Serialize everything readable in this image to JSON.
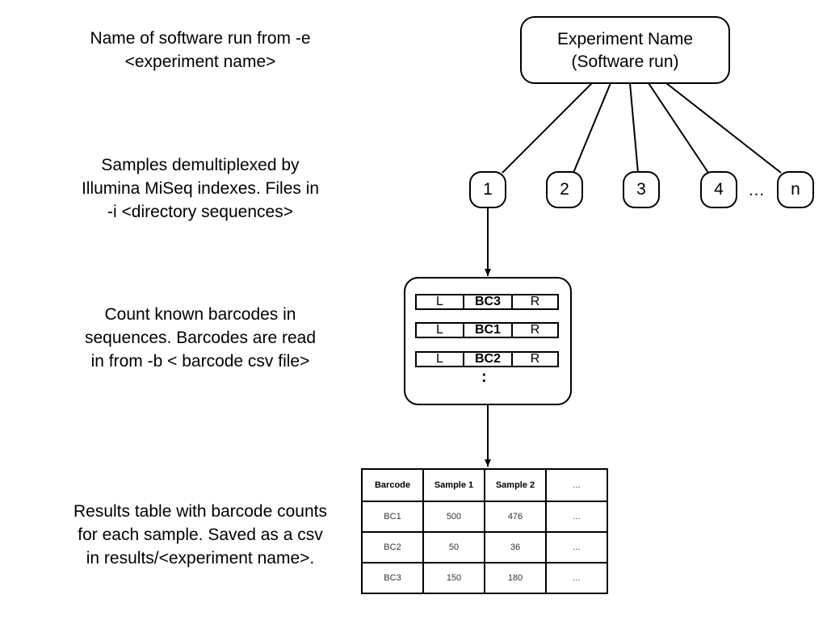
{
  "descriptions": [
    [
      "Name of software run from -e",
      "<experiment name>"
    ],
    [
      "Samples demultiplexed by",
      "Illumina MiSeq indexes. Files in",
      "-i <directory sequences>"
    ],
    [
      "Count known barcodes in",
      "sequences. Barcodes are read",
      "in from -b < barcode csv file>"
    ],
    [
      "Results table with barcode counts",
      "for each sample. Saved as a csv",
      "in results/<experiment name>."
    ]
  ],
  "experiment_node": {
    "line1": "Experiment Name",
    "line2": "(Software run)"
  },
  "samples": [
    "1",
    "2",
    "3",
    "4",
    "n"
  ],
  "samples_ellipsis": "…",
  "reads": [
    {
      "left": "L",
      "barcode": "BC3",
      "right": "R"
    },
    {
      "left": "L",
      "barcode": "BC1",
      "right": "R"
    },
    {
      "left": "L",
      "barcode": "BC2",
      "right": "R"
    }
  ],
  "reads_more": ":",
  "results_table": {
    "headers": [
      "Barcode",
      "Sample 1",
      "Sample 2",
      "..."
    ],
    "rows": [
      [
        "BC1",
        "500",
        "476",
        "..."
      ],
      [
        "BC2",
        "50",
        "36",
        "..."
      ],
      [
        "BC3",
        "150",
        "180",
        "..."
      ]
    ]
  }
}
